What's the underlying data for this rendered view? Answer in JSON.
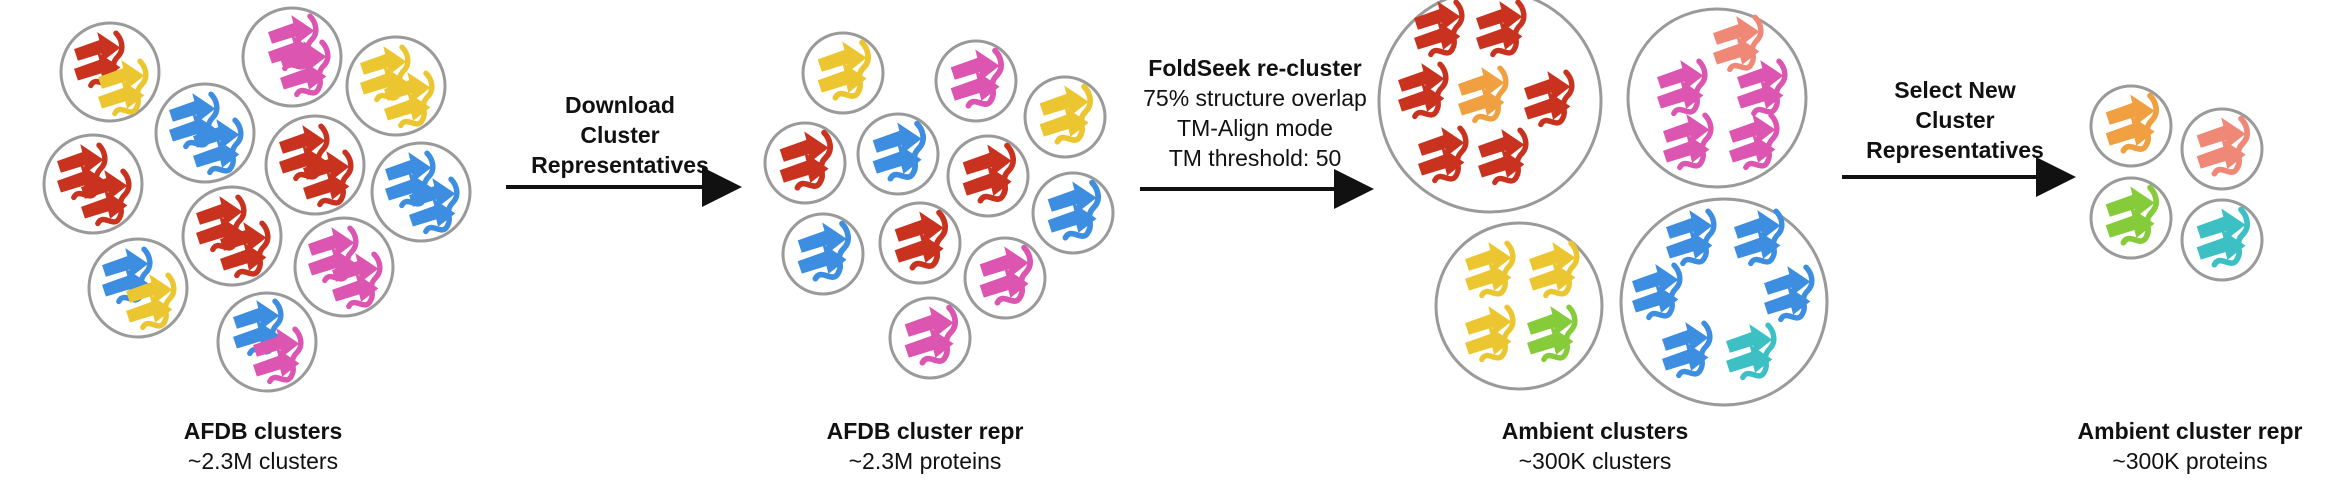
{
  "stages": [
    {
      "title": "AFDB clusters",
      "subtitle": "~2.3M clusters"
    },
    {
      "title": "AFDB cluster repr",
      "subtitle": "~2.3M proteins"
    },
    {
      "title": "Ambient clusters",
      "subtitle": "~300K clusters"
    },
    {
      "title": "Ambient cluster repr",
      "subtitle": "~300K proteins"
    }
  ],
  "steps": [
    {
      "lines": [
        "Download",
        "Cluster",
        "Representatives"
      ]
    },
    {
      "title": "FoldSeek re-cluster",
      "lines": [
        "75% structure overlap",
        "TM-Align mode",
        "TM threshold: 50"
      ]
    },
    {
      "lines": [
        "Select New",
        "Cluster",
        "Representatives"
      ]
    }
  ],
  "colors": {
    "red": "#c8321e",
    "yellow": "#ecc631",
    "blue": "#3d8de0",
    "pink": "#dc55b0",
    "orange": "#f0a040",
    "salmon": "#f08878",
    "green": "#86cc3a",
    "teal": "#3cc0c4",
    "circle": "#9a9a9a",
    "arrow": "#111111"
  },
  "icons": [
    "protein-ribbon-icon",
    "arrow-right-icon"
  ]
}
